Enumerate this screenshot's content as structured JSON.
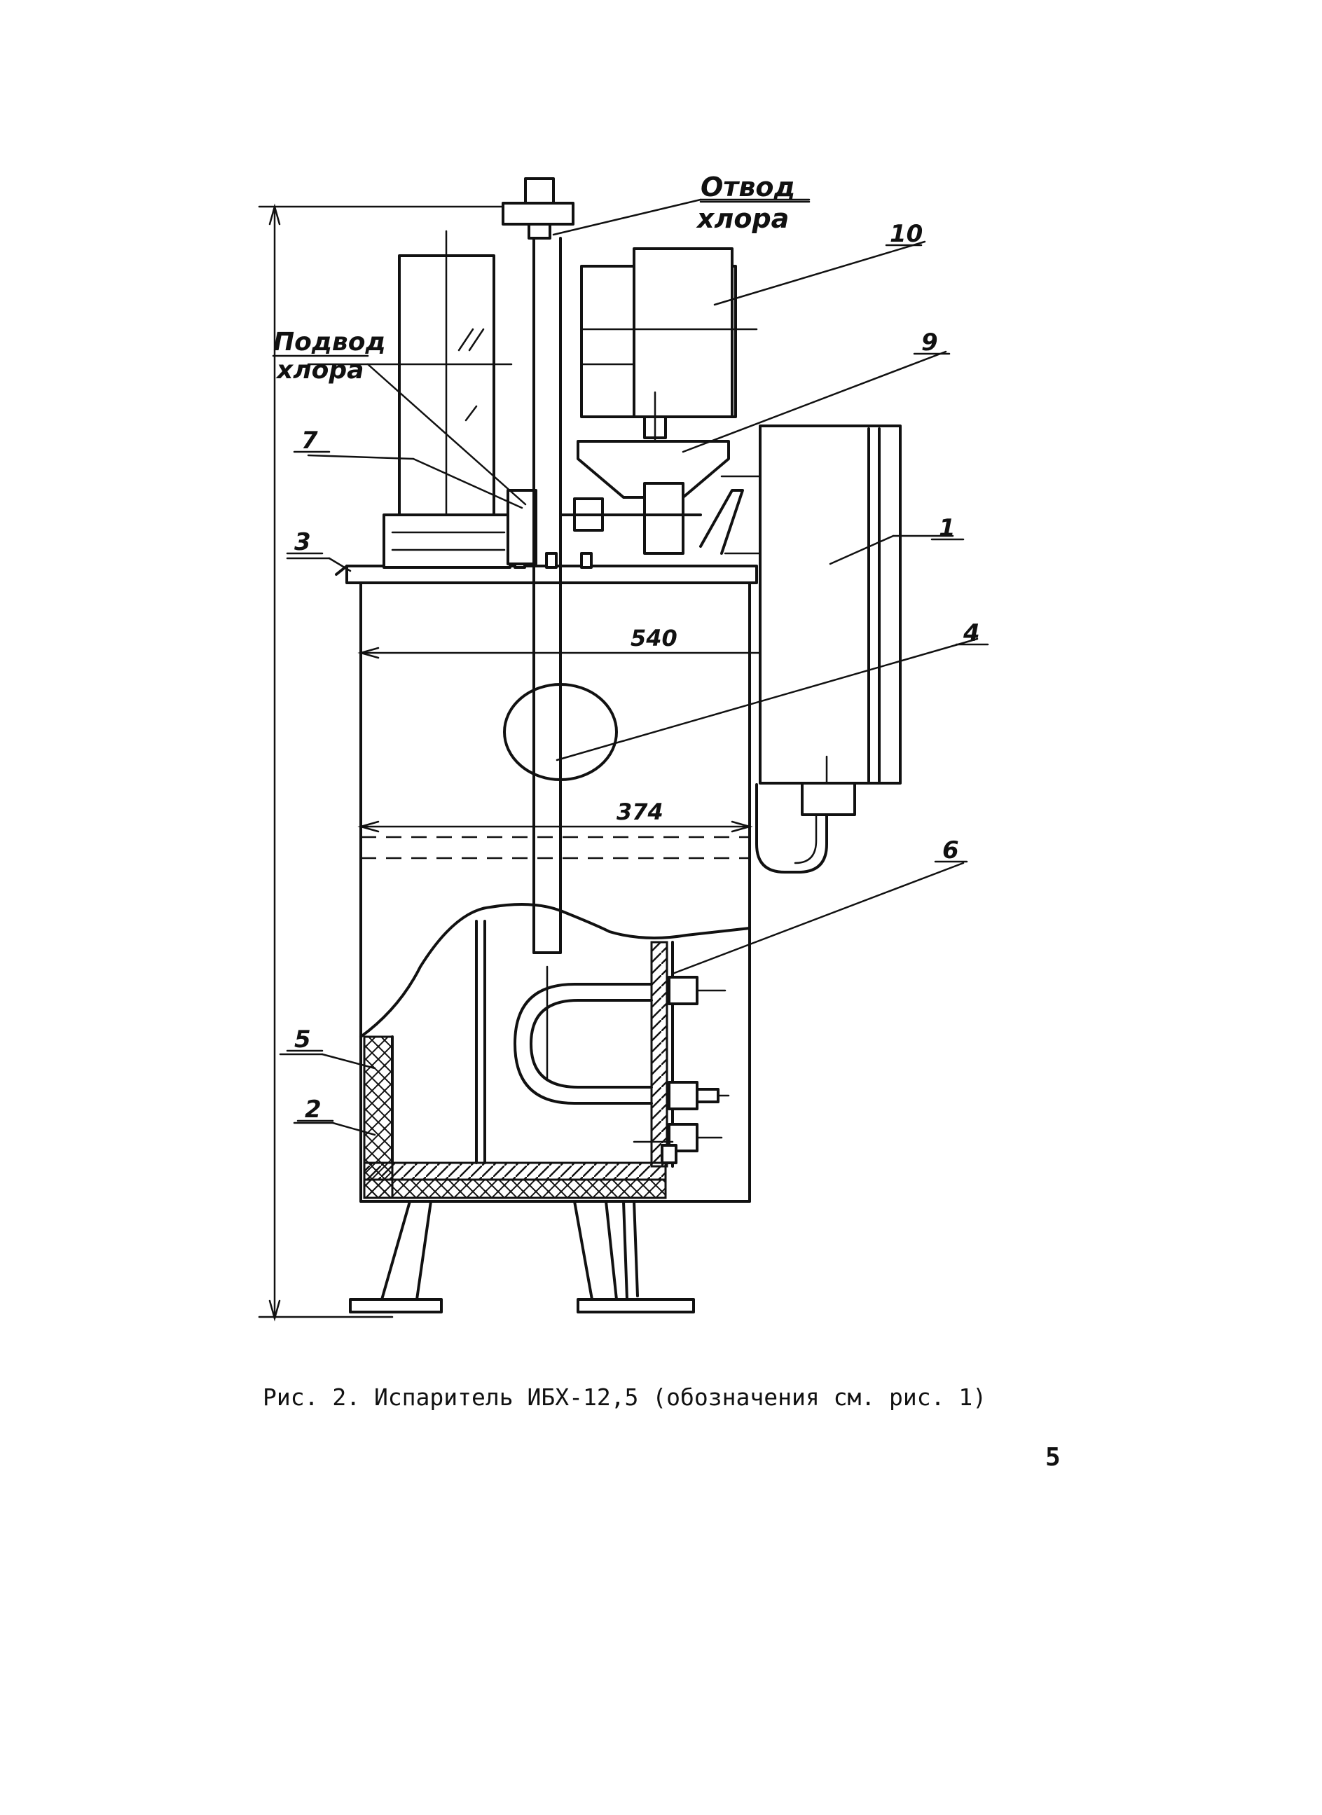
{
  "labels": {
    "outlet_line1": "Отвод",
    "outlet_line2": "хлора",
    "inlet_line1": "Подвод",
    "inlet_line2": "хлора",
    "n10": "10",
    "n9": "9",
    "n7": "7",
    "n3": "3",
    "n1": "1",
    "n4": "4",
    "n6": "6",
    "n5": "5",
    "n2": "2"
  },
  "dimensions": {
    "outer_width": "540",
    "inner_width": "374"
  },
  "caption": "Рис. 2. Испаритель ИБХ-12,5 (обозначения см. рис. 1)",
  "page_number": "5"
}
